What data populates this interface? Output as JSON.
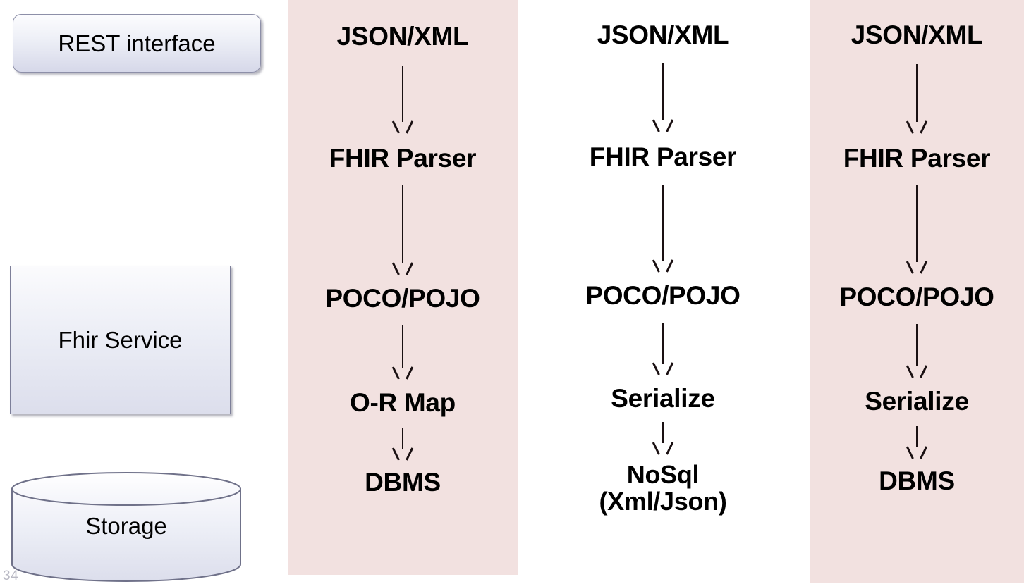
{
  "slide": {
    "number": "34",
    "panel_color": "#f2e1e0",
    "shape_fill_top": "#fcfcfe",
    "shape_fill_bottom": "#d6d8e9",
    "shape_border": "#8d8fa8",
    "text_color": "#000000"
  },
  "left_stack": {
    "rest_interface": "REST interface",
    "fhir_service": "Fhir Service",
    "storage": "Storage"
  },
  "pipelines": [
    {
      "id": "o-r-map-relational",
      "background": "#f2e1e0",
      "steps": [
        "JSON/XML",
        "FHIR Parser",
        "POCO/POJO",
        "O-R Map",
        "DBMS"
      ]
    },
    {
      "id": "serialize-nosql",
      "background": "#ffffff",
      "steps": [
        "JSON/XML",
        "FHIR Parser",
        "POCO/POJO",
        "Serialize",
        "NoSql\n(Xml/Json)"
      ]
    },
    {
      "id": "serialize-relational",
      "background": "#f2e1e0",
      "steps": [
        "JSON/XML",
        "FHIR Parser",
        "POCO/POJO",
        "Serialize",
        "DBMS"
      ]
    }
  ]
}
